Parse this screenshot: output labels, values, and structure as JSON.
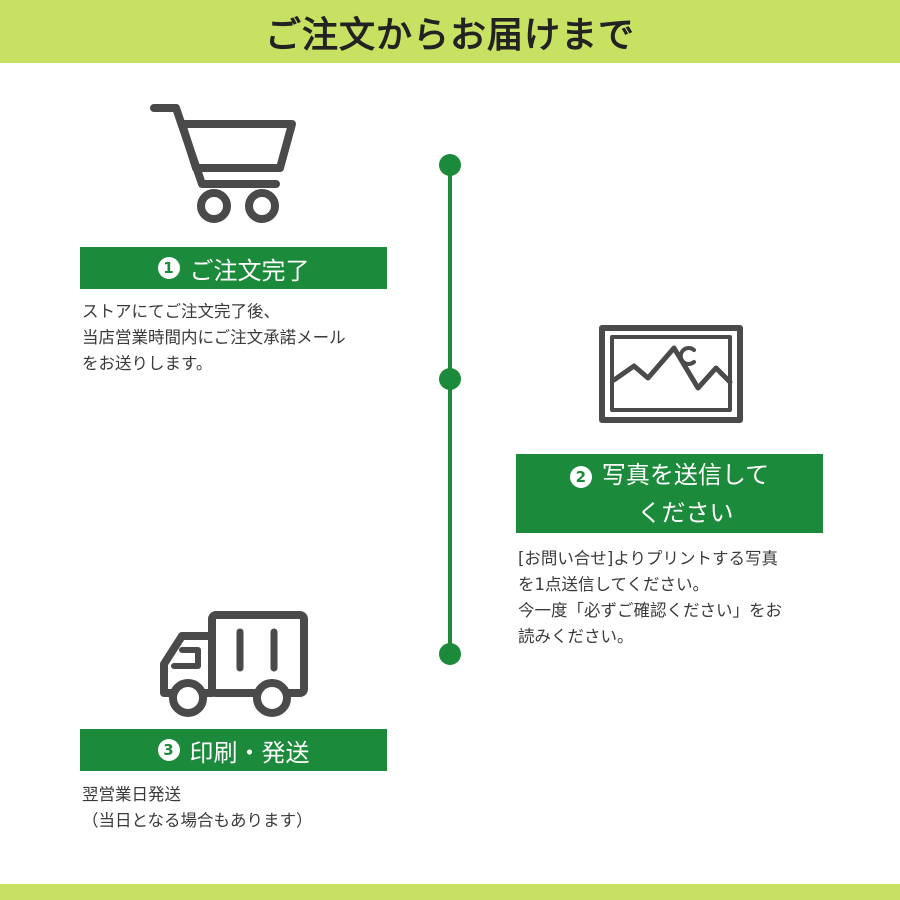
{
  "header": {
    "title": "ご注文からお届けまで"
  },
  "steps": [
    {
      "number": "1",
      "icon": "shopping-cart-icon",
      "title": "ご注文完了",
      "description": [
        "ストアにてご注文完了後、",
        "当店営業時間内にご注文承諾メール",
        "をお送りします。"
      ]
    },
    {
      "number": "2",
      "icon": "photo-icon",
      "title_lines": [
        "写真を送信して",
        "ください"
      ],
      "description": [
        "[お問い合せ]よりプリントする写真",
        "を1点送信してください。",
        "今一度「必ずご確認ください」をお",
        "読みください。"
      ]
    },
    {
      "number": "3",
      "icon": "delivery-truck-icon",
      "title": "印刷・発送",
      "description": [
        "翌営業日発送",
        "（当日となる場合もあります）"
      ]
    }
  ],
  "colors": {
    "accent_green": "#1b8a3a",
    "header_lime": "#c7e163",
    "icon_gray": "#4a4a4a"
  }
}
